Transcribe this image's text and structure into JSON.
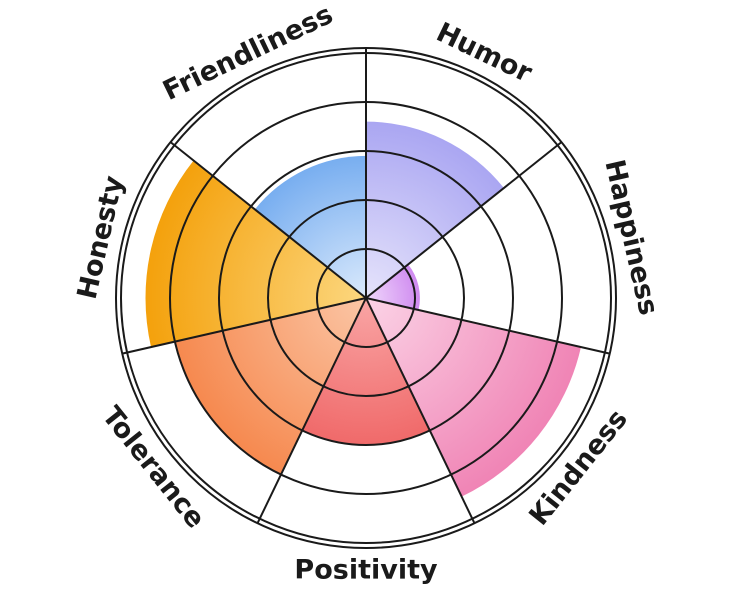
{
  "chart_data": {
    "type": "polar-area",
    "categories": [
      "Humor",
      "Happiness",
      "Kindness",
      "Positivity",
      "Tolerance",
      "Honesty",
      "Friendliness"
    ],
    "values": [
      3.6,
      1.1,
      4.5,
      3.0,
      4.0,
      4.5,
      2.9
    ],
    "rlim": [
      0,
      5
    ],
    "ring_count": 5,
    "grid": true,
    "legend": "none",
    "colors": {
      "Humor": [
        "#e6e4fb",
        "#aaa6f2"
      ],
      "Happiness": [
        "#f0d8fb",
        "#cf8af0"
      ],
      "Kindness": [
        "#fbd3e6",
        "#f084b5"
      ],
      "Positivity": [
        "#f9a5a5",
        "#f06a6a"
      ],
      "Tolerance": [
        "#fbc6a6",
        "#f6894f"
      ],
      "Honesty": [
        "#fcd77f",
        "#f4a10c"
      ],
      "Friendliness": [
        "#dbeafc",
        "#78aef0"
      ]
    }
  }
}
